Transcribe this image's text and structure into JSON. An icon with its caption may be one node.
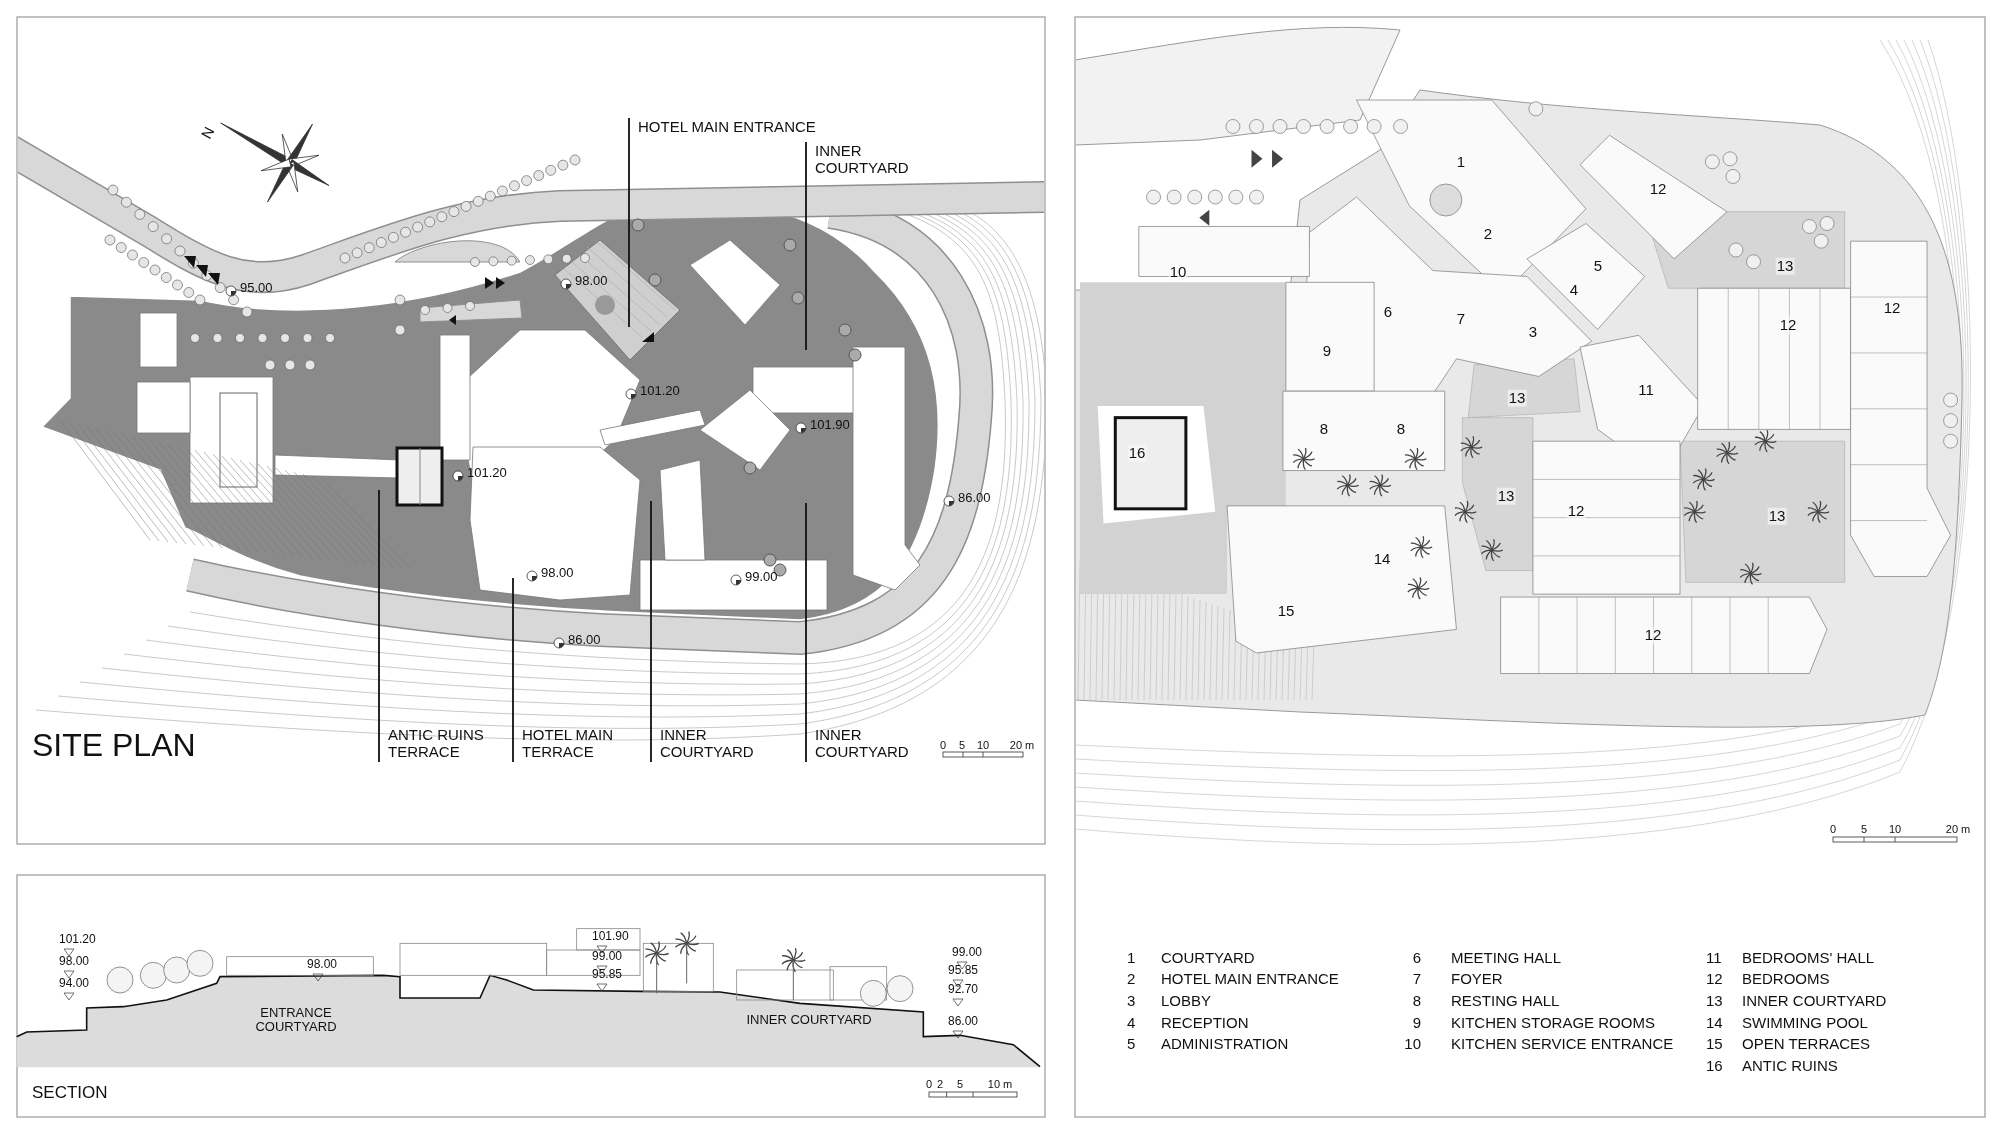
{
  "diagram": {
    "nodes": [
      {
        "text": [
          "HOTEL MAIN ENTRANCE"
        ]
      },
      {
        "text": [
          "INNER COURTYARD"
        ]
      },
      {
        "text": [
          "ANTIC RUINS TERRACE"
        ]
      },
      {
        "text": [
          "HOTEL MAIN TERRACE"
        ]
      },
      {
        "text": [
          "INNER COURTYARD"
        ]
      },
      {
        "text": [
          "INNER COURTYARD"
        ]
      }
    ],
    "edges": [
      {
        "from": 0,
        "to": null,
        "arrow": "none"
      },
      {
        "from": 1,
        "to": null,
        "arrow": "none"
      },
      {
        "from": 2,
        "to": null,
        "arrow": "none"
      },
      {
        "from": 3,
        "to": null,
        "arrow": "none"
      },
      {
        "from": 4,
        "to": null,
        "arrow": "none"
      },
      {
        "from": 5,
        "to": null,
        "arrow": "none"
      }
    ],
    "labels": [
      "N",
      "95.00",
      "98.00",
      "101.20",
      "101.90",
      "101.20",
      "86.00",
      "98.00",
      "99.00",
      "86.00",
      "SITE PLAN",
      "0",
      "5",
      "10",
      "20 m",
      "1",
      "12",
      "2",
      "5",
      "13",
      "10",
      "4",
      "12",
      "6",
      "7",
      "12",
      "3",
      "9",
      "11",
      "13",
      "8",
      "8",
      "16",
      "13",
      "12",
      "13",
      "14",
      "15",
      "12",
      "0",
      "5",
      "10",
      "20 m",
      "101.20",
      "98.00",
      "94.00",
      "98.00",
      "101.90",
      "99.00",
      "95.85",
      "ENTRANCE COURTYARD",
      "INNER COURTYARD",
      "99.00",
      "95.85",
      "92.70",
      "86.00",
      "SECTION",
      "0",
      "2",
      "5",
      "10 m",
      "1",
      "COURTYARD",
      "6",
      "MEETING HALL",
      "11",
      "BEDROOMS' HALL",
      "2",
      "HOTEL MAIN ENTRANCE",
      "7",
      "FOYER",
      "12",
      "BEDROOMS",
      "3",
      "LOBBY",
      "8",
      "RESTING HALL",
      "13",
      "INNER COURTYARD",
      "4",
      "RECEPTION",
      "9",
      "KITCHEN STORAGE ROOMS",
      "14",
      "SWIMMING POOL",
      "5",
      "ADMINISTRATION",
      "10",
      "KITCHEN SERVICE ENTRANCE",
      "15",
      "OPEN TERRACES",
      "16",
      "ANTIC RUINS"
    ]
  }
}
